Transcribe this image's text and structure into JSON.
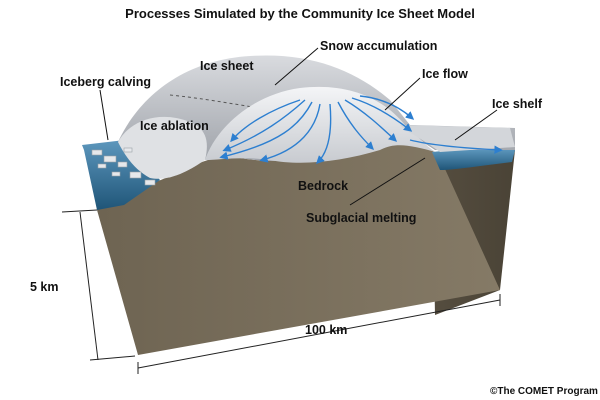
{
  "title": "Processes Simulated by the Community Ice Sheet Model",
  "labels": {
    "snow_accumulation": "Snow accumulation",
    "ice_sheet": "Ice sheet",
    "ice_flow": "Ice flow",
    "iceberg_calving": "Iceberg calving",
    "ice_shelf": "Ice shelf",
    "ice_ablation": "Ice ablation",
    "bedrock": "Bedrock",
    "subglacial_melting": "Subglacial melting"
  },
  "scale": {
    "vertical": "5 km",
    "horizontal": "100 km"
  },
  "credit": "©The COMET Program",
  "colors": {
    "bedrock_front": "#7a6f5c",
    "bedrock_side": "#5f5646",
    "ice_light": "#e9ebee",
    "ice_shadow": "#a9adb3",
    "water": "#2f6c93",
    "flow_arrows": "#2d7fd0"
  }
}
